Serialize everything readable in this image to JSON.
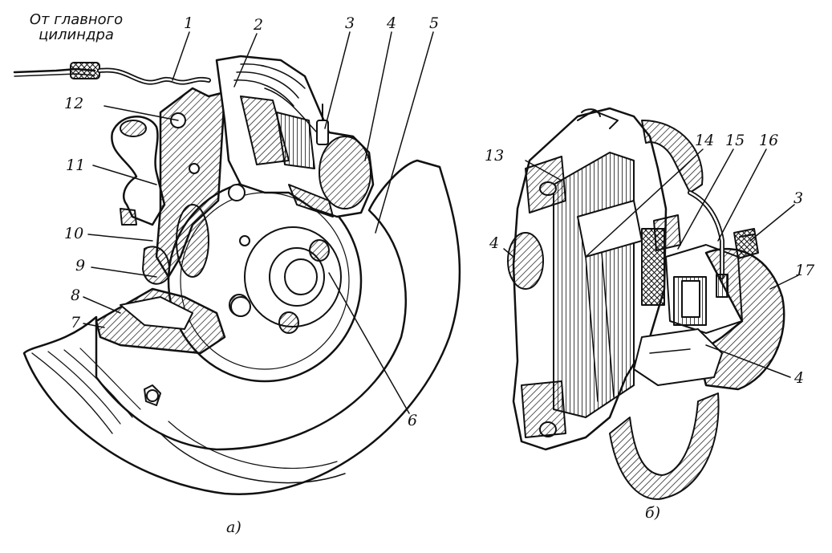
{
  "header": {
    "line1": "От главного",
    "line2": "цилиндра"
  },
  "figure_a": {
    "caption": "а)",
    "labels": {
      "n1": "1",
      "n2": "2",
      "n3": "3",
      "n4": "4",
      "n5": "5",
      "n6": "6",
      "n7": "7",
      "n8": "8",
      "n9": "9",
      "n10": "10",
      "n11": "11",
      "n12": "12"
    }
  },
  "figure_b": {
    "caption": "б)",
    "labels": {
      "n3": "3",
      "n4_left": "4",
      "n4_right": "4",
      "n13": "13",
      "n14": "14",
      "n15": "15",
      "n16": "16",
      "n17": "17"
    }
  }
}
